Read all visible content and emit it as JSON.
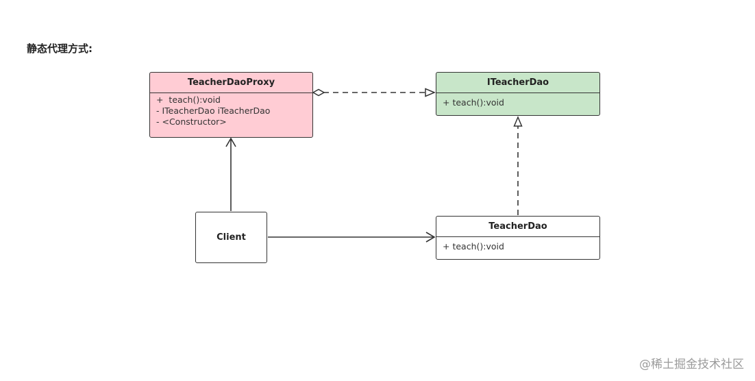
{
  "heading": "静态代理方式:",
  "classes": {
    "proxy": {
      "name": "TeacherDaoProxy",
      "members": [
        "+  teach():void",
        "- ITeacherDao iTeacherDao",
        "- <Constructor>"
      ],
      "fill": "#ffccd4"
    },
    "interface": {
      "name": "ITeacherDao",
      "members": [
        "+ teach():void"
      ],
      "fill": "#c8e6c9"
    },
    "implementation": {
      "name": "TeacherDao",
      "members": [
        "+ teach():void"
      ],
      "fill": "#ffffff"
    },
    "client": {
      "name": "Client"
    }
  },
  "relationships": [
    {
      "from": "TeacherDaoProxy",
      "to": "ITeacherDao",
      "kind": "aggregation",
      "style": "dashed"
    },
    {
      "from": "TeacherDao",
      "to": "ITeacherDao",
      "kind": "realization",
      "style": "dashed"
    },
    {
      "from": "Client",
      "to": "TeacherDaoProxy",
      "kind": "association",
      "style": "solid"
    },
    {
      "from": "Client",
      "to": "TeacherDao",
      "kind": "association",
      "style": "solid"
    }
  ],
  "watermark": "@稀土掘金技术社区"
}
